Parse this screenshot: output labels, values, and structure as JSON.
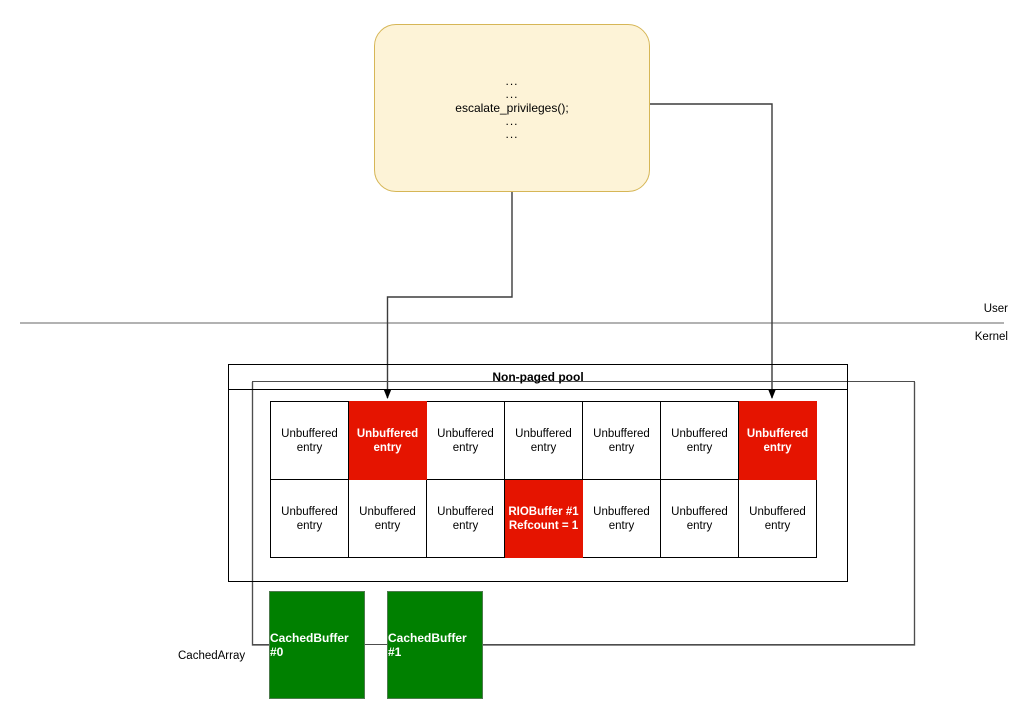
{
  "diagram": {
    "title": "Kernel non-paged pool exploitation diagram",
    "colors": {
      "hot_entry": "#E51400",
      "cached_buffer": "#008000",
      "code_box_fill": "#FDF3D7",
      "code_box_border": "#D6B656",
      "line": "#4d4d4d"
    }
  },
  "code_box": {
    "line1": "...",
    "line2": "...",
    "call": "escalate_privileges();",
    "line4": "...",
    "line5": "..."
  },
  "boundary": {
    "user_label": "User",
    "kernel_label": "Kernel"
  },
  "pool": {
    "title": "Non-paged pool",
    "rows": [
      [
        {
          "label": "Unbuffered\nentry",
          "highlight": false
        },
        {
          "label": "Unbuffered\nentry",
          "highlight": true
        },
        {
          "label": "Unbuffered\nentry",
          "highlight": false
        },
        {
          "label": "Unbuffered\nentry",
          "highlight": false
        },
        {
          "label": "Unbuffered\nentry",
          "highlight": false
        },
        {
          "label": "Unbuffered\nentry",
          "highlight": false
        },
        {
          "label": "Unbuffered\nentry",
          "highlight": true
        }
      ],
      [
        {
          "label": "Unbuffered\nentry",
          "highlight": false
        },
        {
          "label": "Unbuffered\nentry",
          "highlight": false
        },
        {
          "label": "Unbuffered\nentry",
          "highlight": false
        },
        {
          "label": "RIOBuffer #1\nRefcount = 1",
          "highlight": true
        },
        {
          "label": "Unbuffered\nentry",
          "highlight": false
        },
        {
          "label": "Unbuffered\nentry",
          "highlight": false
        },
        {
          "label": "Unbuffered\nentry",
          "highlight": false
        }
      ]
    ]
  },
  "cached_array": {
    "label": "CachedArray",
    "buffers": [
      {
        "label": "CachedBuffer #0"
      },
      {
        "label": "CachedBuffer #1"
      }
    ]
  }
}
